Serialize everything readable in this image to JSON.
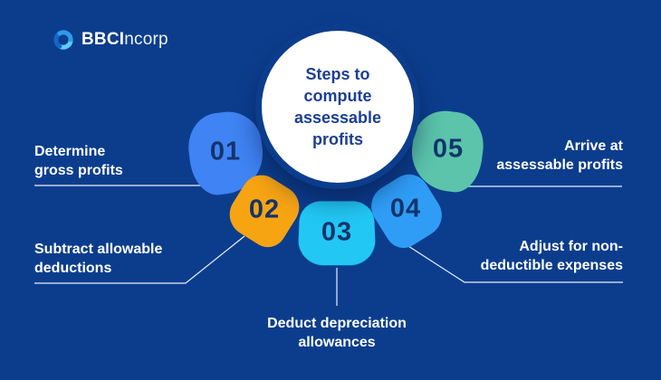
{
  "background_color": "#0c3d8d",
  "logo": {
    "icon": "swirl-ring-icon",
    "brand_bold": "BBCI",
    "brand_light": "ncorp"
  },
  "center_circle": {
    "bg_color": "#ffffff",
    "text_color": "#1d3f92",
    "title_lines": [
      "Steps to",
      "compute",
      "assessable",
      "profits"
    ]
  },
  "number_color": "#12346b",
  "label_color": "#ffffff",
  "connector_color": "#e9effc",
  "steps": [
    {
      "number": "01",
      "color": "#3f83f4",
      "label_lines": [
        "Determine",
        "gross profits"
      ]
    },
    {
      "number": "02",
      "color": "#f7a413",
      "label_lines": [
        "Subtract allowable",
        "deductions"
      ]
    },
    {
      "number": "03",
      "color": "#22c7f4",
      "label_lines": [
        "Deduct depreciation",
        "allowances"
      ]
    },
    {
      "number": "04",
      "color": "#2f9df6",
      "label_lines": [
        "Adjust for non-",
        "deductible expenses"
      ]
    },
    {
      "number": "05",
      "color": "#5bc4ab",
      "label_lines": [
        "Arrive at",
        "assessable profits"
      ]
    }
  ]
}
